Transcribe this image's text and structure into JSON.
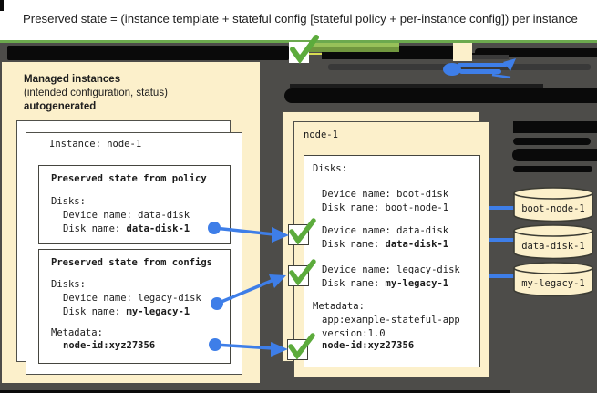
{
  "title": "Preserved state = (instance template + stateful config [stateful policy + per-instance config]) per instance",
  "colors": {
    "background_dark": "#4D4C49",
    "panel_cream": "#FCF0CB",
    "accent_green": "#5CAB3C",
    "accent_blue": "#3E7EE8",
    "redaction_black": "#0a0a0a"
  },
  "icons": {
    "checkmark": "✓",
    "disk": "cylinder-shape",
    "arrow": "→",
    "dot": "●"
  },
  "left_panel": {
    "heading_line1": "Managed instances",
    "heading_line2": "(intended configuration, status)",
    "heading_line3": "autogenerated",
    "instance_title": "Instance: node-1",
    "policy_box": {
      "title": "Preserved state from policy",
      "disks_label": "Disks:",
      "device_name": "Device name: data-disk",
      "disk_name_label": "Disk name: ",
      "disk_name_value": "data-disk-1"
    },
    "configs_box": {
      "title": "Preserved state from configs",
      "disks_label": "Disks:",
      "device_name": "Device name: legacy-disk",
      "disk_name_label": "Disk name: ",
      "disk_name_value": "my-legacy-1",
      "metadata_label": "Metadata:",
      "metadata_value": "node-id:xyz27356"
    }
  },
  "right_panel": {
    "instance_title": "node-1",
    "disks_label": "Disks:",
    "boot_device": "Device name: boot-disk",
    "boot_disk": "Disk name: boot-node-1",
    "data_device": "Device name: data-disk",
    "data_disk_label": "Disk name: ",
    "data_disk_value": "data-disk-1",
    "legacy_device": "Device name: legacy-disk",
    "legacy_disk_label": "Disk name: ",
    "legacy_disk_value": "my-legacy-1",
    "metadata_label": "Metadata:",
    "metadata_app": "app:example-stateful-app",
    "metadata_version": "version:1.0",
    "metadata_node_id": "node-id:xyz27356"
  },
  "disk_cylinders": {
    "boot": "boot-node-1",
    "data": "data-disk-1",
    "legacy": "my-legacy-1"
  }
}
